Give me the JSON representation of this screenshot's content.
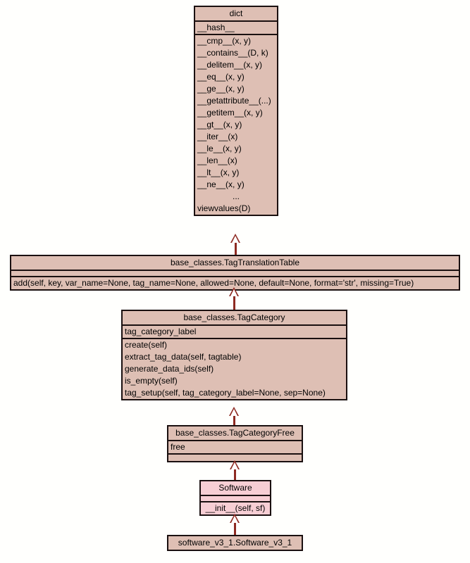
{
  "diagram": {
    "kind": "uml-class-diagram",
    "background_color": "#fffffd",
    "box_fill_color": "#debfb4",
    "box_fill_color_highlight": "#f7ced4",
    "box_border_color": "#1a1010",
    "connector_color": "#8e2a22",
    "connector_type": "generalization"
  },
  "classes": {
    "dict": {
      "name": "dict",
      "attributes": [
        "__hash__"
      ],
      "methods": [
        "__cmp__(x, y)",
        "__contains__(D, k)",
        "__delitem__(x, y)",
        "__eq__(x, y)",
        "__ge__(x, y)",
        "__getattribute__(...)",
        "__getitem__(x, y)",
        "__gt__(x, y)",
        "__iter__(x)",
        "__le__(x, y)",
        "__len__(x)",
        "__lt__(x, y)",
        "__ne__(x, y)",
        "...",
        "viewvalues(D)"
      ]
    },
    "tag_translation_table": {
      "name": "base_classes.TagTranslationTable",
      "attributes": [],
      "methods": [
        "add(self, key, var_name=None, tag_name=None, allowed=None, default=None, format='str', missing=True)"
      ]
    },
    "tag_category": {
      "name": "base_classes.TagCategory",
      "attributes": [
        "tag_category_label"
      ],
      "methods": [
        "create(self)",
        "extract_tag_data(self, tagtable)",
        "generate_data_ids(self)",
        "is_empty(self)",
        "tag_setup(self, tag_category_label=None, sep=None)"
      ]
    },
    "tag_category_free": {
      "name": "base_classes.TagCategoryFree",
      "attributes": [
        "free"
      ],
      "methods": []
    },
    "software": {
      "name": "Software",
      "attributes": [],
      "methods": [
        "__init__(self, sf)"
      ]
    },
    "software_v3_1": {
      "name": "software_v3_1.Software_v3_1",
      "attributes": [],
      "methods": []
    }
  }
}
